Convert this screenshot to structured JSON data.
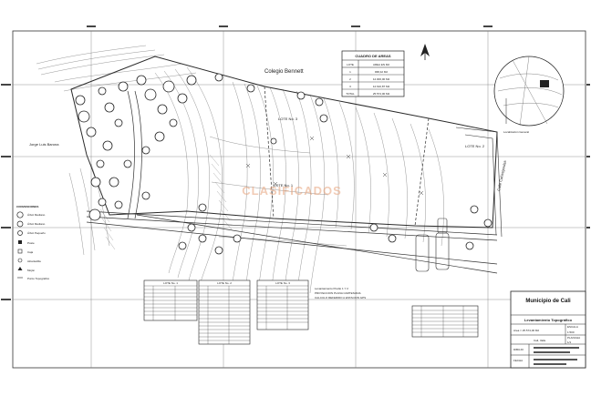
{
  "areas_table": {
    "title": "CUADRO DE AREAS",
    "col_lote": "LOTE",
    "col_area": "AREA EN M2",
    "rows": [
      {
        "lote": "1",
        "area": "968,42 M2"
      },
      {
        "lote": "2",
        "area": "12.000,00 M2"
      },
      {
        "lote": "3",
        "area": "12.610,87 M2"
      }
    ],
    "total_label": "TOTAL",
    "total_area": "25.574,00 M2"
  },
  "labels": {
    "colegio": "Colegio Bennett",
    "jorge": "Jorge Luis Barona",
    "calle": "Calle Cañasgordas",
    "localizacion": "Localización General",
    "lote1": "LOTE No. 1",
    "lote2": "LOTE No. 2",
    "lote3": "LOTE No. 3",
    "watermark": "CLASIFICADOS",
    "convenciones": "CONVENCIONES"
  },
  "legend_items": [
    {
      "icon": "tree-large-icon",
      "text": "Árbol Mediano"
    },
    {
      "icon": "tree-medium-icon",
      "text": "Árbol Mediano"
    },
    {
      "icon": "tree-small-icon",
      "text": "Árbol Pequeño"
    },
    {
      "icon": "post-icon",
      "text": "Poste"
    },
    {
      "icon": "well-icon",
      "text": "Caja"
    },
    {
      "icon": "manhole-icon",
      "text": "Alcantarilla"
    },
    {
      "icon": "point-icon",
      "text": "Mojón"
    },
    {
      "icon": "survey-icon",
      "text": "Punto Topografico"
    }
  ],
  "coord_tables": [
    {
      "title": "LOTE No. 1"
    },
    {
      "title": "LOTE No. 2"
    },
    {
      "title": "LOTE No. 3"
    }
  ],
  "notes": {
    "line1": "Levantamiento Predio 1 Y 2",
    "line2": "PROYECCION PLANA CARTESIANA",
    "line3": "CALCULO REFERIDO A ESTACION GPS"
  },
  "title_block": {
    "municipio": "Municipio de Cali",
    "subtitle": "Levantamiento Topográfico",
    "area_label": "Area = 25.574,00 M2",
    "escala": "ESCALA",
    "escala_value": "1:500",
    "plancha": "PLANCHA",
    "plancha_value": "1/1",
    "city": "Cali, Valle",
    "dibujo": "DIBUJO",
    "fecha": "FECHA"
  },
  "colors": {
    "line": "#2a2a2a",
    "contour": "#6a6a6a",
    "hatch": "#9a9a9a",
    "watermark": "#e7a27a"
  }
}
